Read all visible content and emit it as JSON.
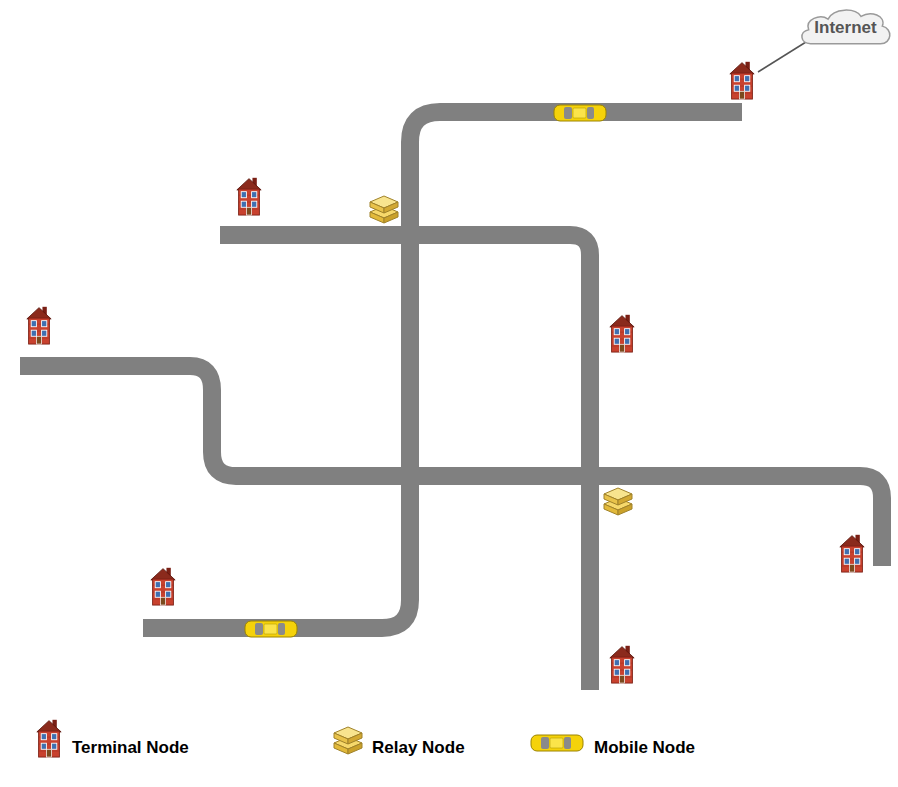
{
  "diagram": {
    "nodes": [
      {
        "text": [
          "Internet"
        ]
      }
    ],
    "legend": [
      {
        "text": "Terminal Node"
      },
      {
        "text": "Relay Node"
      },
      {
        "text": "Mobile Node"
      }
    ]
  }
}
